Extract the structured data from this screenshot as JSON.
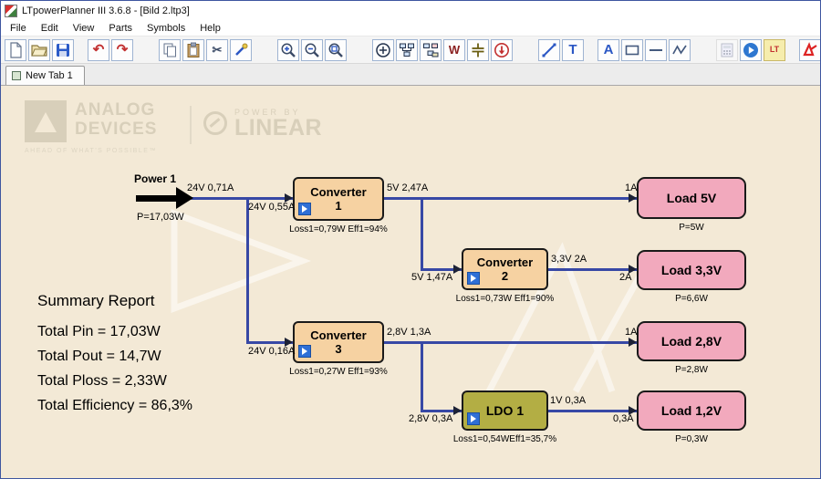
{
  "window": {
    "title": "LTpowerPlanner III 3.6.8 - [Bild 2.ltp3]"
  },
  "menu": {
    "items": [
      "File",
      "Edit",
      "View",
      "Parts",
      "Symbols",
      "Help"
    ]
  },
  "toolbar": {
    "buttons": [
      "new-document",
      "open-file",
      "save-file",
      "undo",
      "redo",
      "copy",
      "paste",
      "cut",
      "format-brush",
      "zoom-in",
      "zoom-out",
      "zoom-fit",
      "add-node",
      "hierarchy-view",
      "hierarchy-log-view",
      "resistor-w",
      "capacitor-symbol",
      "insert-down-arrow",
      "diagonal-line-tool",
      "text-tool",
      "label-tool",
      "rectangle-tool",
      "line-tool",
      "polyline-tool",
      "calculator",
      "run-simulation",
      "ltpowercad-badge",
      "ltspice-badge"
    ],
    "glyphs": {
      "undo": "↶",
      "redo": "↷",
      "cut": "✂",
      "w": "W",
      "t": "T",
      "a": "A",
      "lt_badge": "LT"
    }
  },
  "tab": {
    "label": "New Tab 1"
  },
  "watermark": {
    "analog": "ANALOG",
    "devices": "DEVICES",
    "tagline": "AHEAD OF WHAT'S POSSIBLE™",
    "power_by": "POWER BY",
    "linear": "LINEAR"
  },
  "summary": {
    "title": "Summary Report",
    "line1": "Total Pin = 17,03W",
    "line2": "Total Pout = 14,7W",
    "line3": "Total Ploss = 2,33W",
    "line4": "Total Efficiency = 86,3%"
  },
  "diagram": {
    "source": {
      "name": "Power 1",
      "out": "24V 0,71A",
      "power": "P=17,03W"
    },
    "conv1": {
      "line1": "Converter",
      "line2": "1",
      "in": "24V 0,55A",
      "out": "5V 2,47A",
      "loss": "Loss1=0,79W  Eff1=94%"
    },
    "conv2": {
      "line1": "Converter",
      "line2": "2",
      "in": "5V 1,47A",
      "out": "3,3V 2A",
      "loss": "Loss1=0,73W  Eff1=90%"
    },
    "conv3": {
      "line1": "Converter",
      "line2": "3",
      "in": "24V 0,16A",
      "out": "2,8V 1,3A",
      "loss": "Loss1=0,27W  Eff1=93%"
    },
    "ldo1": {
      "name": "LDO 1",
      "in": "2,8V 0,3A",
      "out": "1V 0,3A",
      "loss": "Loss1=0,54WEff1=35,7%"
    },
    "load5": {
      "name": "Load 5V",
      "in": "1A",
      "power": "P=5W"
    },
    "load33": {
      "name": "Load 3,3V",
      "in": "2A",
      "power": "P=6,6W"
    },
    "load28": {
      "name": "Load 2,8V",
      "in": "1A",
      "power": "P=2,8W"
    },
    "load12": {
      "name": "Load 1,2V",
      "in": "0,3A",
      "power": "P=0,3W"
    }
  }
}
